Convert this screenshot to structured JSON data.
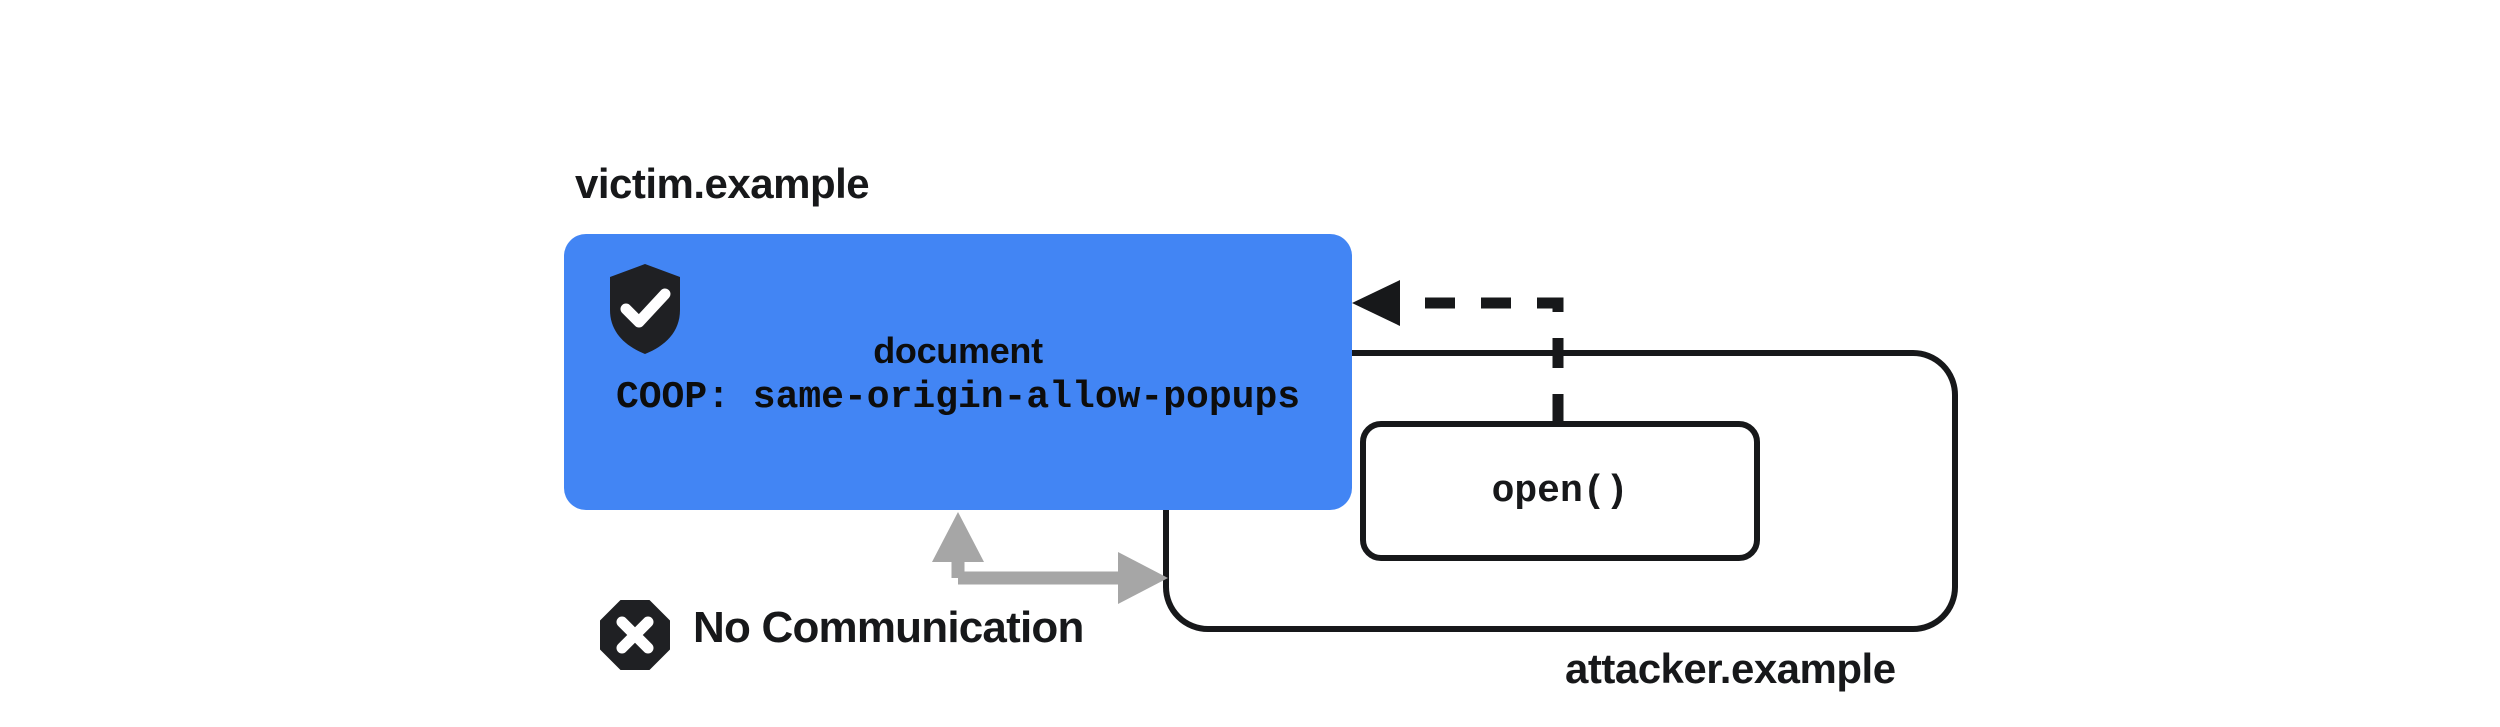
{
  "diagram": {
    "title_victim": "victim.example",
    "title_attacker": "attacker.example",
    "victim_box": {
      "document_label": "document",
      "coop_label": "COOP: same-origin-allow-popups",
      "fill_color": "#4285F4",
      "icon": "shield-check-icon"
    },
    "attacker_box": {
      "popup_label": "open()",
      "border_color": "#17181a"
    },
    "no_communication": {
      "label": "No Communication",
      "icon": "octagon-x-icon",
      "arrow_color": "#a6a6a6"
    },
    "open_arrow": {
      "style": "dashed",
      "color": "#17181a",
      "direction": "right-to-left"
    }
  }
}
